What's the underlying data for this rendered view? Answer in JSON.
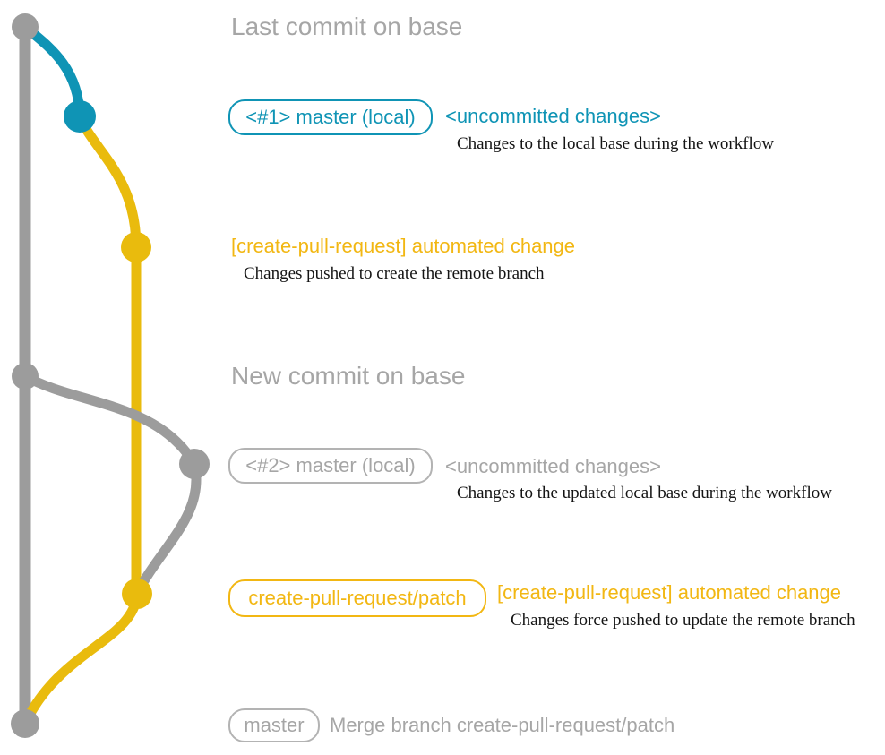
{
  "colors": {
    "gray": "#9c9c9c",
    "gray_text": "#a6a6a6",
    "gray_border": "#b3b3b3",
    "teal": "#0f94b5",
    "yellow": "#e9bb0d",
    "yellow_text": "#f2b713",
    "body_text": "#141414"
  },
  "graph": {
    "nodes": [
      {
        "id": "last-commit-on-base",
        "color": "gray"
      },
      {
        "id": "local-commit-1",
        "color": "teal"
      },
      {
        "id": "automated-change-1",
        "color": "yellow"
      },
      {
        "id": "new-commit-on-base",
        "color": "gray"
      },
      {
        "id": "local-commit-2",
        "color": "gray"
      },
      {
        "id": "automated-change-2",
        "color": "yellow"
      },
      {
        "id": "merge-commit",
        "color": "gray"
      }
    ]
  },
  "rows": {
    "last_commit": {
      "label": "Last commit on base"
    },
    "commit1": {
      "badge": "<#1> master (local)",
      "title": "<uncommitted changes>",
      "description": "Changes to the local base during the workflow"
    },
    "push1": {
      "title": "[create-pull-request] automated change",
      "description": "Changes pushed to create the remote branch"
    },
    "new_commit": {
      "label": "New commit on base"
    },
    "commit2": {
      "badge": "<#2> master (local)",
      "title": "<uncommitted changes>",
      "description": "Changes to the updated local base during the workflow"
    },
    "push2": {
      "badge": "create-pull-request/patch",
      "title": "[create-pull-request] automated change",
      "description": "Changes force pushed to update the remote branch"
    },
    "merge": {
      "badge": "master",
      "title": "Merge branch create-pull-request/patch"
    }
  }
}
